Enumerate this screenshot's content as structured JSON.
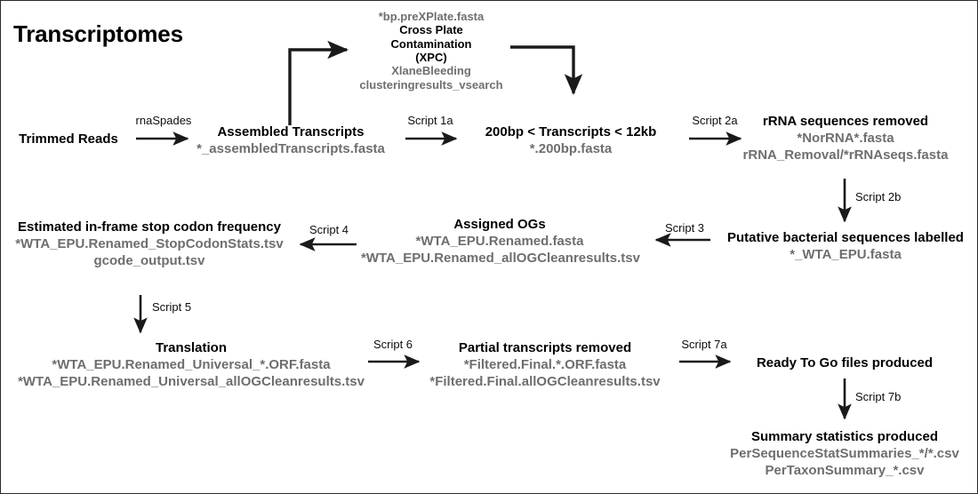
{
  "page": {
    "title": "Transcriptomes",
    "background_color": "#ffffff",
    "title_color": "#000000",
    "node_title_color": "#000000",
    "file_text_color": "#6e6e6e",
    "arrow_color": "#1a1a1a",
    "border_color": "#2b2b2b"
  },
  "nodes": {
    "trimmed_reads": {
      "title": "Trimmed Reads",
      "files": []
    },
    "assembled_transcripts": {
      "title": "Assembled Transcripts",
      "files": [
        "*_assembledTranscripts.fasta"
      ]
    },
    "xpc": {
      "pre_file": "*bp.preXPlate.fasta",
      "title_line1": "Cross Plate",
      "title_line2": "Contamination",
      "title_line3": "(XPC)",
      "files": [
        "XlaneBleeding",
        "clusteringresults_vsearch"
      ]
    },
    "length_filter": {
      "title": "200bp < Transcripts < 12kb",
      "files": [
        "*.200bp.fasta"
      ]
    },
    "rrna_removed": {
      "title": "rRNA sequences removed",
      "files": [
        "*NorRNA*.fasta",
        "rRNA_Removal/*rRNAseqs.fasta"
      ]
    },
    "bacterial_labelled": {
      "title": "Putative bacterial sequences labelled",
      "files": [
        "*_WTA_EPU.fasta"
      ]
    },
    "assigned_ogs": {
      "title": "Assigned OGs",
      "files": [
        "*WTA_EPU.Renamed.fasta",
        "*WTA_EPU.Renamed_allOGCleanresults.tsv"
      ]
    },
    "stop_codon": {
      "title": "Estimated in-frame stop codon frequency",
      "files": [
        "*WTA_EPU.Renamed_StopCodonStats.tsv",
        "gcode_output.tsv"
      ]
    },
    "translation": {
      "title": "Translation",
      "files": [
        "*WTA_EPU.Renamed_Universal_*.ORF.fasta",
        "*WTA_EPU.Renamed_Universal_allOGCleanresults.tsv"
      ]
    },
    "partial_removed": {
      "title": "Partial transcripts removed",
      "files": [
        "*Filtered.Final.*.ORF.fasta",
        "*Filtered.Final.allOGCleanresults.tsv"
      ]
    },
    "ready_to_go": {
      "title": "Ready To Go files produced",
      "files": []
    },
    "summary_stats": {
      "title": "Summary statistics produced",
      "files": [
        "PerSequenceStatSummaries_*/*.csv",
        "PerTaxonSummary_*.csv"
      ]
    }
  },
  "edges": {
    "rnaspades": "rnaSpades",
    "script1a": "Script 1a",
    "script2a": "Script 2a",
    "script2b": "Script 2b",
    "script3": "Script 3",
    "script4": "Script 4",
    "script5": "Script 5",
    "script6": "Script 6",
    "script7a": "Script 7a",
    "script7b": "Script 7b"
  }
}
